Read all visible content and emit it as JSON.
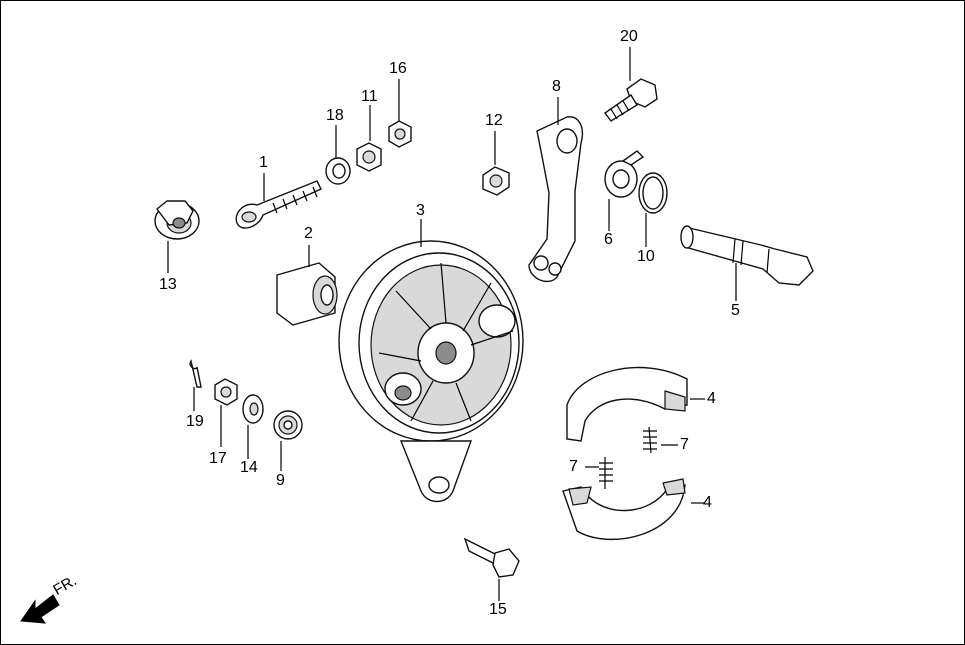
{
  "callouts": {
    "n1": "1",
    "n2": "2",
    "n3": "3",
    "n4a": "4",
    "n4b": "4",
    "n5": "5",
    "n6": "6",
    "n7a": "7",
    "n7b": "7",
    "n8": "8",
    "n9": "9",
    "n10": "10",
    "n11": "11",
    "n12": "12",
    "n13": "13",
    "n14": "14",
    "n15": "15",
    "n16": "16",
    "n17": "17",
    "n18": "18",
    "n19": "19",
    "n20": "20"
  },
  "direction": {
    "label": "FR."
  },
  "colors": {
    "line": "#000000",
    "fill_light": "#d9d9d9",
    "fill_dark": "#8c8c8c"
  }
}
